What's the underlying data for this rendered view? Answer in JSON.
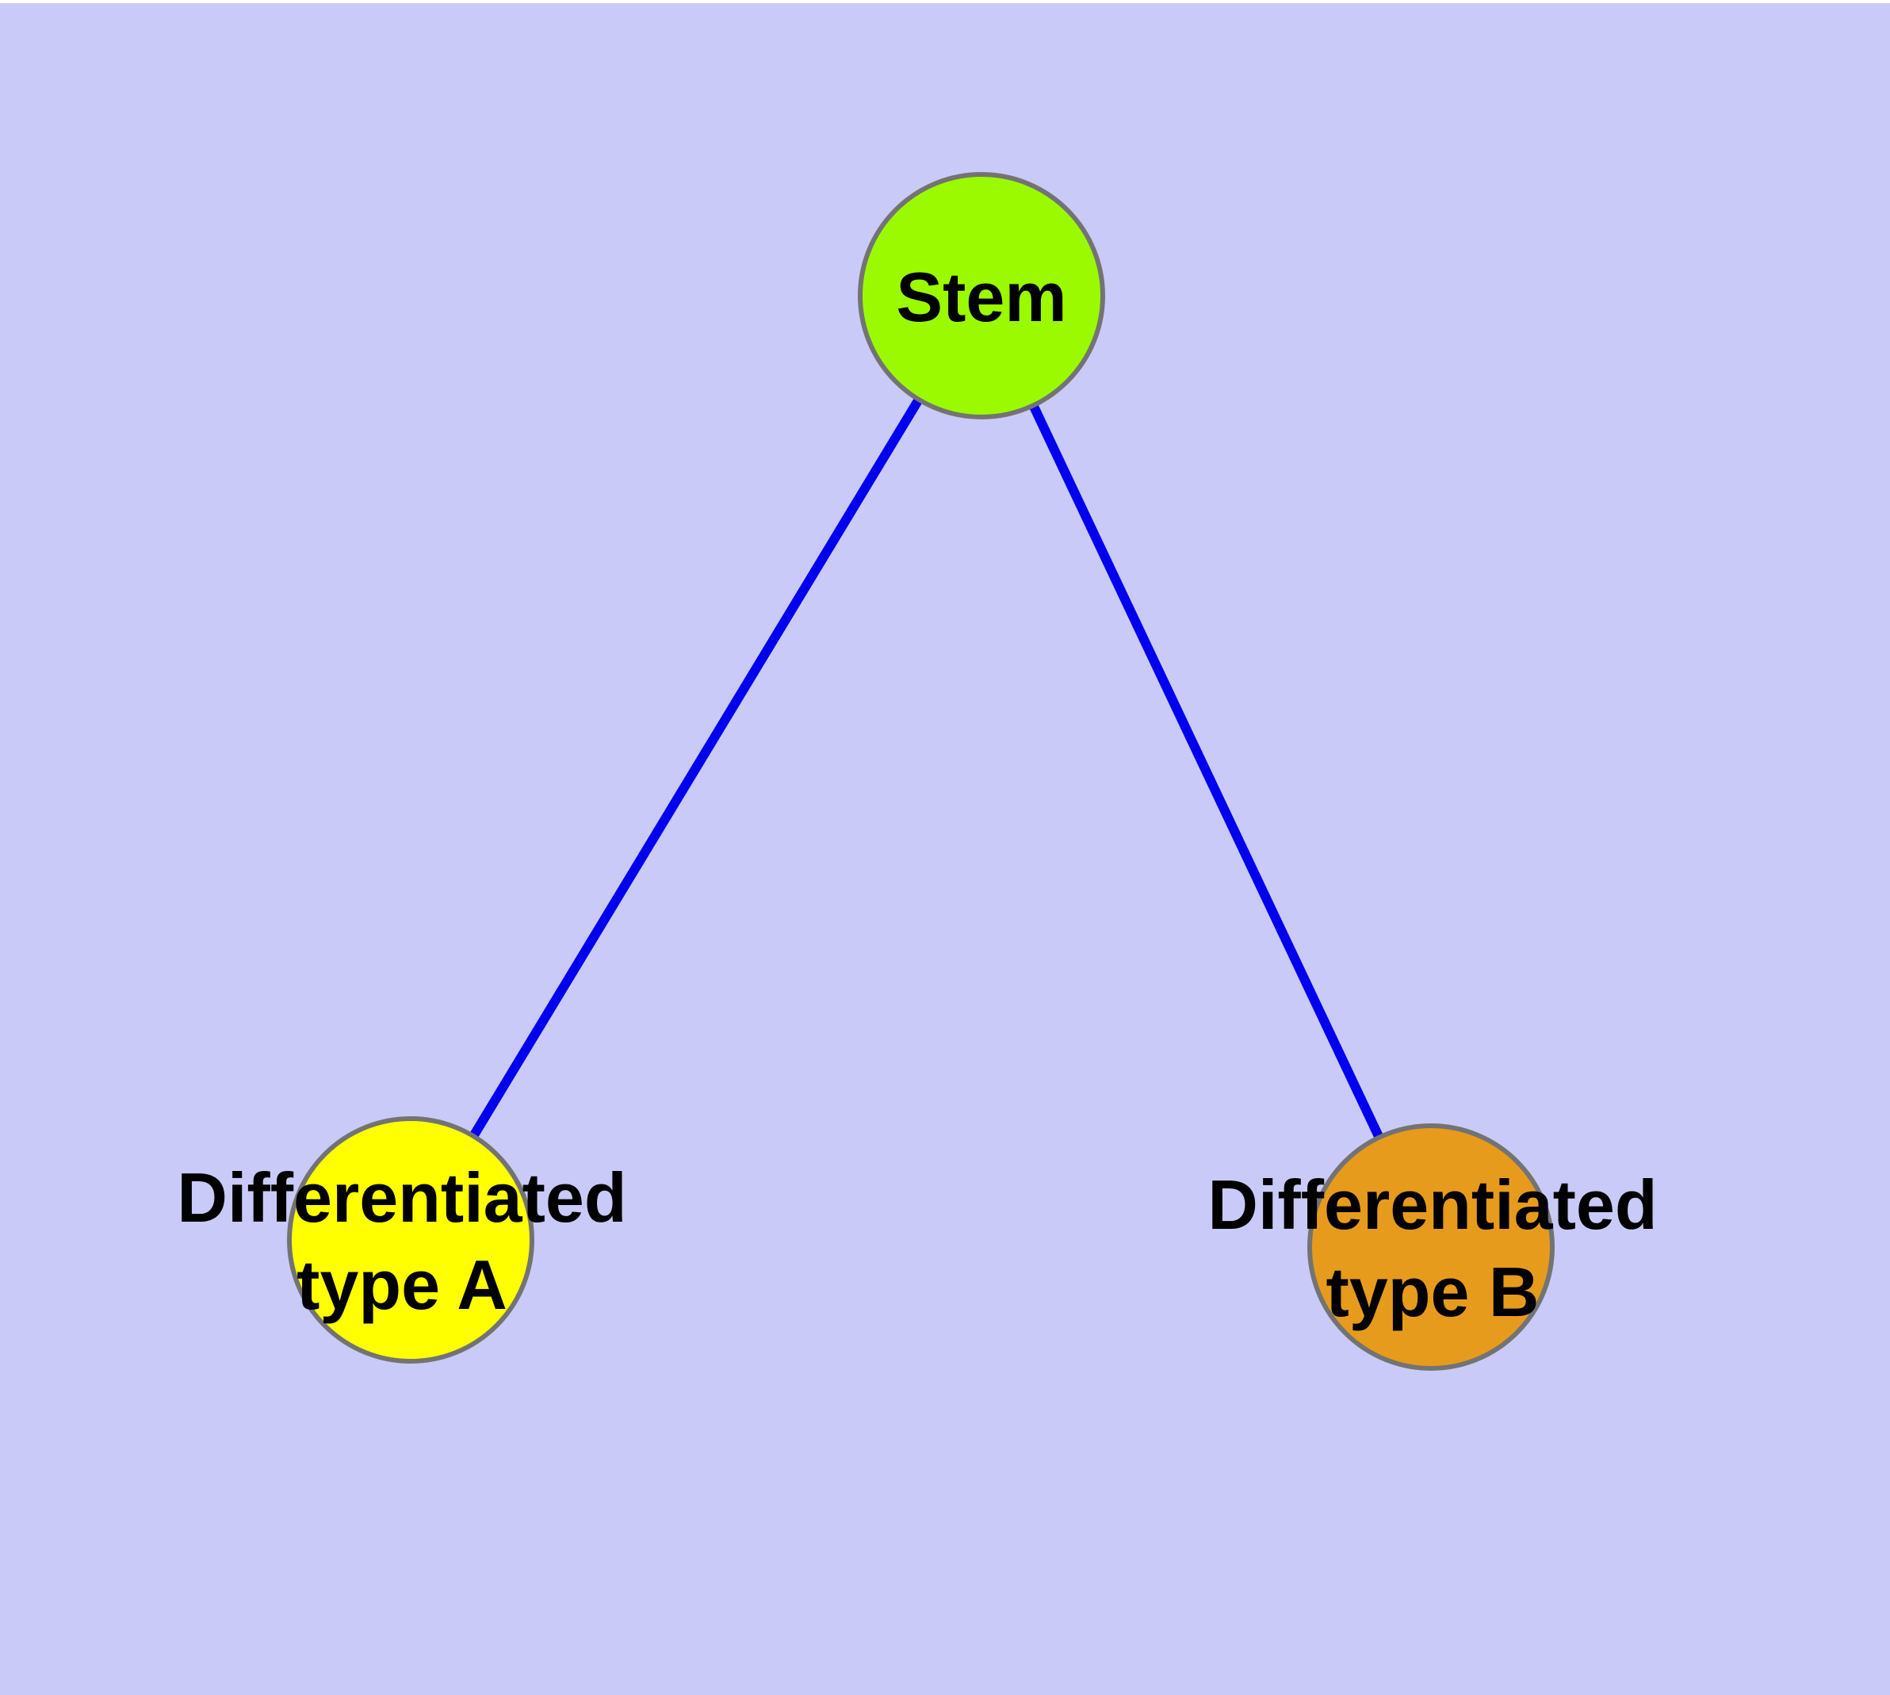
{
  "diagram": {
    "type": "node-link-graph",
    "description": "Cell differentiation graph: a stem node connected to two differentiated cell type nodes",
    "colors": {
      "background": "#CACAF8",
      "page_margin": "#FFFFFF",
      "edge": "#0000EE",
      "node_border": "#737373",
      "label_text": "#000000"
    },
    "nodes": [
      {
        "id": "stem",
        "label": "Stem",
        "fill_color": "#9BFA00",
        "shape": "circle"
      },
      {
        "id": "differentiated-type-a",
        "label": "Differentiated\ntype A",
        "fill_color": "#FFFF00",
        "shape": "circle"
      },
      {
        "id": "differentiated-type-b",
        "label": "Differentiated\ntype B",
        "fill_color": "#E79B1C",
        "shape": "circle"
      }
    ],
    "edges": [
      {
        "from": "stem",
        "to": "differentiated-type-a"
      },
      {
        "from": "stem",
        "to": "differentiated-type-b"
      }
    ]
  }
}
